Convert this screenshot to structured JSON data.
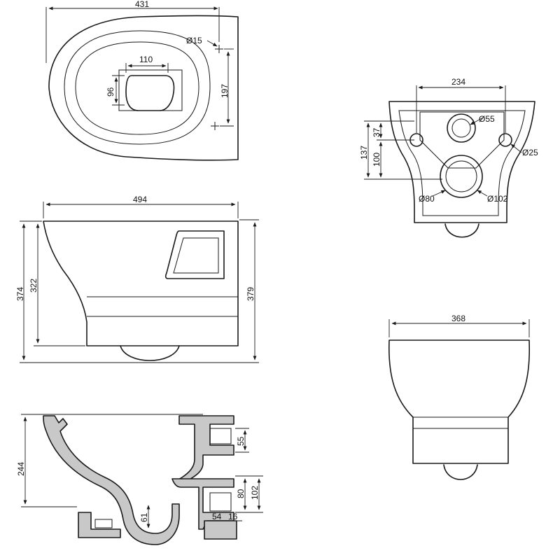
{
  "views": {
    "top": {
      "width": "431",
      "hole_dia": "Ø15",
      "hole_spacing": "197",
      "outlet_w": "110",
      "outlet_h": "96"
    },
    "rear": {
      "width": "234",
      "dia_top": "Ø55",
      "dia_side": "Ø25",
      "dia_outlet_inner": "Ø80",
      "dia_outlet_outer": "Ø102",
      "h_total": "137",
      "h_upper": "37",
      "h_lower": "100"
    },
    "side": {
      "length": "494",
      "h_left": "374",
      "h_inner": "322",
      "h_right": "379"
    },
    "front": {
      "width": "368"
    },
    "section": {
      "height": "244",
      "inlet_h": "55",
      "outlet_inner": "80",
      "outlet_outer": "102",
      "drain_h": "61",
      "bottom_a": "54",
      "bottom_b": "16"
    }
  }
}
